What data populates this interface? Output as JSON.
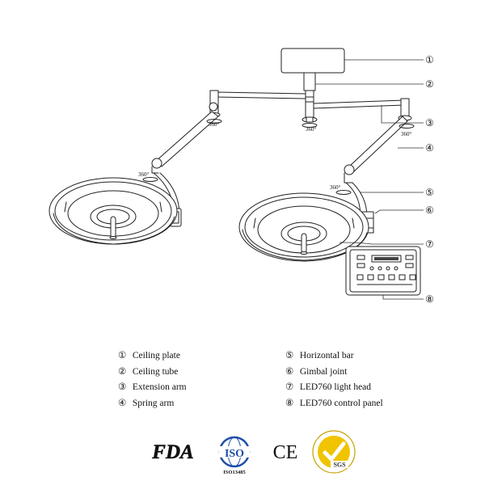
{
  "callouts": [
    "①",
    "②",
    "③",
    "④",
    "⑤",
    "⑥",
    "⑦",
    "⑧"
  ],
  "rotation_label": "360°",
  "legend": {
    "left": [
      {
        "num": "①",
        "label": "Ceiling plate"
      },
      {
        "num": "②",
        "label": "Ceiling tube"
      },
      {
        "num": "③",
        "label": "Extension arm"
      },
      {
        "num": "④",
        "label": "Spring arm"
      }
    ],
    "right": [
      {
        "num": "⑤",
        "label": "Horizontal bar"
      },
      {
        "num": "⑥",
        "label": "Gimbal joint"
      },
      {
        "num": "⑦",
        "label": "LED760 light head"
      },
      {
        "num": "⑧",
        "label": "LED760 control panel"
      }
    ]
  },
  "certifications": {
    "fda": "FDA",
    "iso": "ISO",
    "iso_standard": "ISO13485",
    "ce": "CE",
    "sgs": "SGS"
  }
}
